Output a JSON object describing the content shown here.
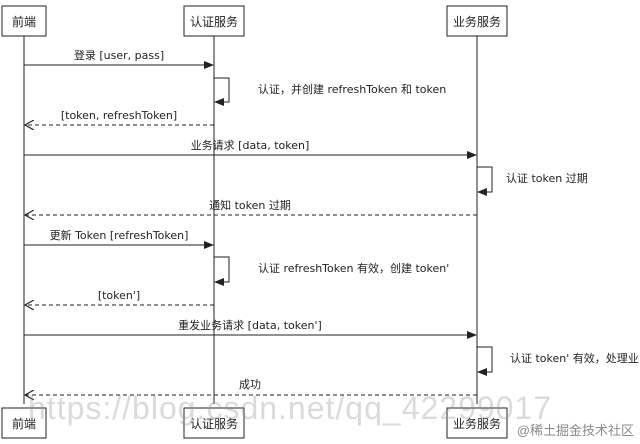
{
  "actors": {
    "frontend": "前端",
    "auth": "认证服务",
    "business": "业务服务"
  },
  "messages": {
    "login": "登录 [user, pass]",
    "auth_create": "认证，并创建 refreshToken 和 token",
    "return_tokens": "[token, refreshToken]",
    "business_request": "业务请求 [data, token]",
    "auth_token_expired": "认证 token 过期",
    "notify_expired": "通知 token 过期",
    "refresh_token": "更新 Token [refreshToken]",
    "auth_refresh_valid": "认证 refreshToken 有效，创建 token'",
    "return_new_token": "[token']",
    "resend_request": "重发业务请求 [data, token']",
    "auth_new_valid": "认证 token' 有效，处理业",
    "success": "成功"
  },
  "watermark": {
    "url": "https://blog.csdn.net/qq_42299017",
    "site": "@稀土掘金技术社区"
  }
}
